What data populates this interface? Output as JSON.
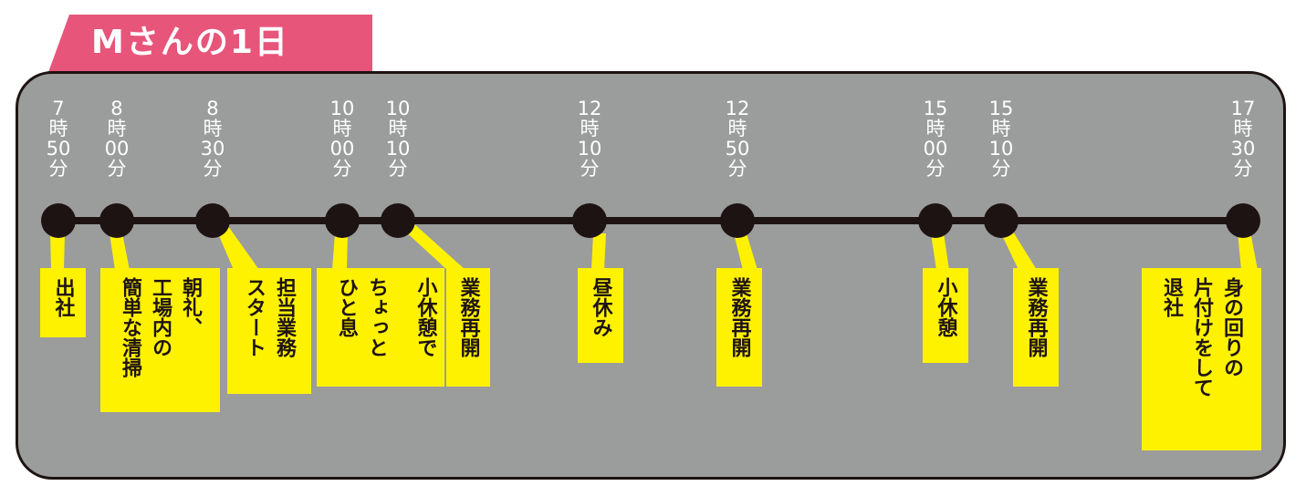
{
  "title": "Mさんの1日",
  "colors": {
    "tab": "#e8557a",
    "panel": "#9b9c9c",
    "line": "#1e1313",
    "label": "#fff200",
    "time_text": "#ffffff"
  },
  "times": [
    {
      "hour": "7",
      "hour_unit": "時",
      "minute": "50",
      "minute_unit": "分"
    },
    {
      "hour": "8",
      "hour_unit": "時",
      "minute": "00",
      "minute_unit": "分"
    },
    {
      "hour": "8",
      "hour_unit": "時",
      "minute": "30",
      "minute_unit": "分"
    },
    {
      "hour": "10",
      "hour_unit": "時",
      "minute": "00",
      "minute_unit": "分"
    },
    {
      "hour": "10",
      "hour_unit": "時",
      "minute": "10",
      "minute_unit": "分"
    },
    {
      "hour": "12",
      "hour_unit": "時",
      "minute": "10",
      "minute_unit": "分"
    },
    {
      "hour": "12",
      "hour_unit": "時",
      "minute": "50",
      "minute_unit": "分"
    },
    {
      "hour": "15",
      "hour_unit": "時",
      "minute": "00",
      "minute_unit": "分"
    },
    {
      "hour": "15",
      "hour_unit": "時",
      "minute": "10",
      "minute_unit": "分"
    },
    {
      "hour": "17",
      "hour_unit": "時",
      "minute": "30",
      "minute_unit": "分"
    }
  ],
  "events": [
    "出社",
    "朝礼、\n工場内の\n簡単な清掃",
    "担当業務\nスタート",
    "ちょっと\nひと息",
    "小休憩で",
    "業務再開",
    "昼休み",
    "業務再開",
    "小休憩",
    "業務再開",
    "身の回りの\n片付けをして\n退社"
  ]
}
